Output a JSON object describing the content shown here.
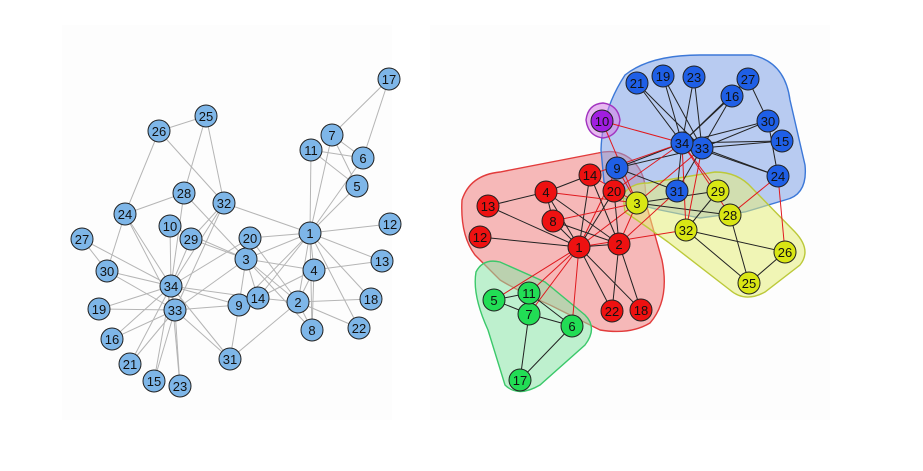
{
  "nodes": [
    "1",
    "2",
    "3",
    "4",
    "5",
    "6",
    "7",
    "8",
    "9",
    "10",
    "11",
    "12",
    "13",
    "14",
    "15",
    "16",
    "17",
    "18",
    "19",
    "20",
    "21",
    "22",
    "23",
    "24",
    "25",
    "26",
    "27",
    "28",
    "29",
    "30",
    "31",
    "32",
    "33",
    "34"
  ],
  "edges": [
    [
      1,
      2
    ],
    [
      1,
      3
    ],
    [
      1,
      4
    ],
    [
      1,
      5
    ],
    [
      1,
      6
    ],
    [
      1,
      7
    ],
    [
      1,
      8
    ],
    [
      1,
      9
    ],
    [
      1,
      11
    ],
    [
      1,
      12
    ],
    [
      1,
      13
    ],
    [
      1,
      14
    ],
    [
      1,
      18
    ],
    [
      1,
      20
    ],
    [
      1,
      22
    ],
    [
      1,
      32
    ],
    [
      2,
      3
    ],
    [
      2,
      4
    ],
    [
      2,
      8
    ],
    [
      2,
      14
    ],
    [
      2,
      18
    ],
    [
      2,
      20
    ],
    [
      2,
      22
    ],
    [
      2,
      31
    ],
    [
      3,
      4
    ],
    [
      3,
      8
    ],
    [
      3,
      9
    ],
    [
      3,
      10
    ],
    [
      3,
      14
    ],
    [
      3,
      28
    ],
    [
      3,
      29
    ],
    [
      3,
      33
    ],
    [
      4,
      8
    ],
    [
      4,
      13
    ],
    [
      4,
      14
    ],
    [
      5,
      7
    ],
    [
      5,
      11
    ],
    [
      6,
      7
    ],
    [
      6,
      11
    ],
    [
      6,
      17
    ],
    [
      7,
      17
    ],
    [
      9,
      31
    ],
    [
      9,
      33
    ],
    [
      9,
      34
    ],
    [
      10,
      34
    ],
    [
      14,
      34
    ],
    [
      15,
      33
    ],
    [
      15,
      34
    ],
    [
      16,
      33
    ],
    [
      16,
      34
    ],
    [
      19,
      33
    ],
    [
      19,
      34
    ],
    [
      20,
      34
    ],
    [
      21,
      33
    ],
    [
      21,
      34
    ],
    [
      23,
      33
    ],
    [
      23,
      34
    ],
    [
      24,
      26
    ],
    [
      24,
      28
    ],
    [
      24,
      30
    ],
    [
      24,
      33
    ],
    [
      24,
      34
    ],
    [
      25,
      26
    ],
    [
      25,
      28
    ],
    [
      25,
      32
    ],
    [
      26,
      32
    ],
    [
      27,
      30
    ],
    [
      27,
      34
    ],
    [
      28,
      34
    ],
    [
      29,
      32
    ],
    [
      29,
      34
    ],
    [
      30,
      33
    ],
    [
      30,
      34
    ],
    [
      31,
      33
    ],
    [
      31,
      34
    ],
    [
      32,
      33
    ],
    [
      32,
      34
    ],
    [
      33,
      34
    ]
  ],
  "communities": [
    {
      "fill": "#f08080",
      "stroke": "#e23b3b",
      "node": "#ee1111",
      "members": [
        1,
        2,
        4,
        8,
        12,
        13,
        14,
        18,
        20,
        22
      ]
    },
    {
      "fill": "#7fa3e8",
      "stroke": "#3c78d8",
      "node": "#1f5fe6",
      "members": [
        9,
        15,
        16,
        19,
        21,
        23,
        24,
        27,
        30,
        31,
        33,
        34
      ]
    },
    {
      "fill": "#e6ee7a",
      "stroke": "#bcc93a",
      "node": "#d9e614",
      "members": [
        3,
        25,
        26,
        28,
        29,
        32
      ]
    },
    {
      "fill": "#8ae6a8",
      "stroke": "#3bc86a",
      "node": "#22dd55",
      "members": [
        5,
        6,
        7,
        11,
        17
      ]
    },
    {
      "fill": "#d580e6",
      "stroke": "#a234c0",
      "node": "#a01ee0",
      "members": [
        10
      ]
    }
  ],
  "colors": {
    "left_node": "#7eb6e8",
    "left_edge": "#b5b5b5",
    "intra_edge": "#222222",
    "inter_edge": "#e0191e"
  }
}
